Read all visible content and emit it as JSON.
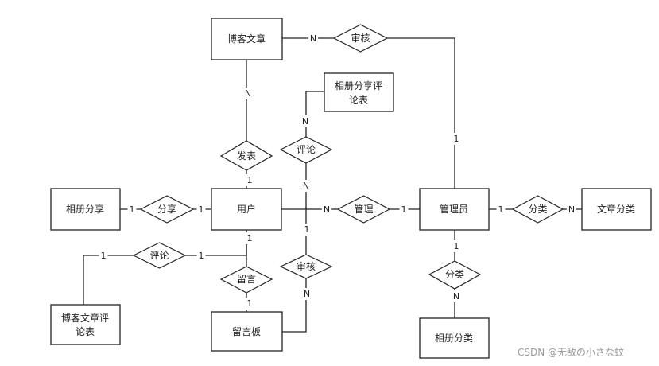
{
  "entities": {
    "blog_article": "博客文章",
    "album_comment_table": [
      "相册分享评",
      "论表"
    ],
    "user": "用户",
    "admin": "管理员",
    "album_share": "相册分享",
    "article_category": "文章分类",
    "blog_comment_table": [
      "博客文章评",
      "论表"
    ],
    "message_board": "留言板",
    "album_category": "相册分类"
  },
  "relationships": {
    "audit_top": "审核",
    "publish": "发表",
    "comment_album": "评论",
    "manage": "管理",
    "share": "分享",
    "classify_article": "分类",
    "comment_blog": "评论",
    "message": "留言",
    "audit_bottom": "审核",
    "classify_album": "分类"
  },
  "cardinalities": {
    "one": "1",
    "many": "N"
  },
  "watermark": "CSDN @无敌の小さな蚊",
  "colors": {
    "line": "#222222",
    "watermark": "#9a9a9a"
  }
}
